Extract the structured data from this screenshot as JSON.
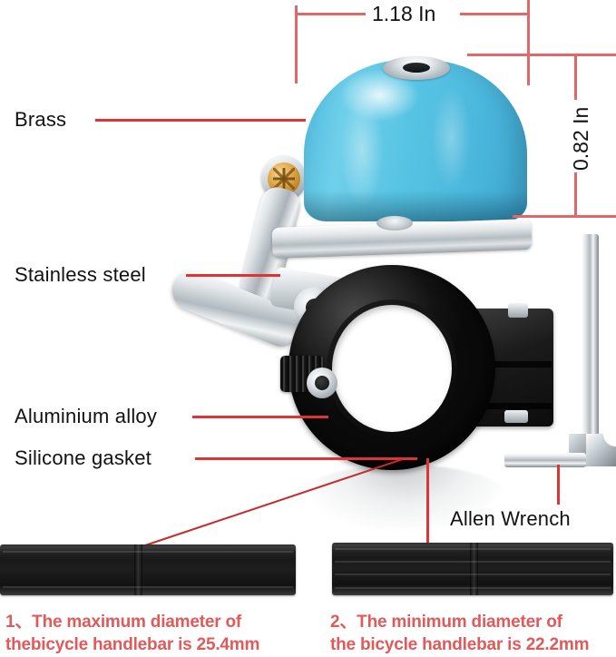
{
  "product": {
    "name": "bicycle-bell-exploded-spec-diagram",
    "colors": {
      "bell_blue": "#58c4e4",
      "leader_red": "#dd3535",
      "dimension_red": "#e06868",
      "note_red": "#e05a5a",
      "label_black": "#121212",
      "clamp_black": "#141414",
      "chrome_silver": "#c3cbd0",
      "brass_gold": "#e0ab4c",
      "background": "#ffffff"
    }
  },
  "dimensions": {
    "width": {
      "value": "1.18 In",
      "orientation": "horizontal",
      "describes": "bell-dome-diameter"
    },
    "height": {
      "value": "0.82 In",
      "orientation": "vertical",
      "describes": "bell-dome-height"
    }
  },
  "callouts": [
    {
      "id": "brass",
      "label": "Brass",
      "points_to": "bell-dome"
    },
    {
      "id": "stainless-steel",
      "label": "Stainless steel",
      "points_to": "striker-lever"
    },
    {
      "id": "aluminium-alloy",
      "label": "Aluminium alloy",
      "points_to": "clamp-body"
    },
    {
      "id": "silicone-gasket",
      "label": "Silicone gasket",
      "points_to": "rubber-shim-strips"
    },
    {
      "id": "allen-wrench",
      "label": "Allen Wrench",
      "points_to": "hex-key-tool"
    }
  ],
  "notes": [
    {
      "id": "note-max-diameter",
      "number": "1",
      "text": "1、The maximum diameter of\nthebicycle handlebar is 25.4mm"
    },
    {
      "id": "note-min-diameter",
      "number": "2",
      "text": "2、The minimum diameter of\nthe bicycle handlebar is 22.2mm"
    }
  ],
  "parts": {
    "bell_dome": "brass-bell-dome",
    "dome_boss": "chrome-top-boss",
    "striker_lever": "stainless-steel-striker-lever",
    "lever_hub": "brass-pivot-hub",
    "clamp_body": "aluminium-alloy-clamp",
    "clamp_bore": "handlebar-bore",
    "thumb_nut": "knurled-adjust-nut",
    "allen_wrench": "allen-wrench-tool",
    "shim_left": "silicone-gasket-strip-thick",
    "shim_right": "silicone-gasket-strip-ribbed"
  }
}
